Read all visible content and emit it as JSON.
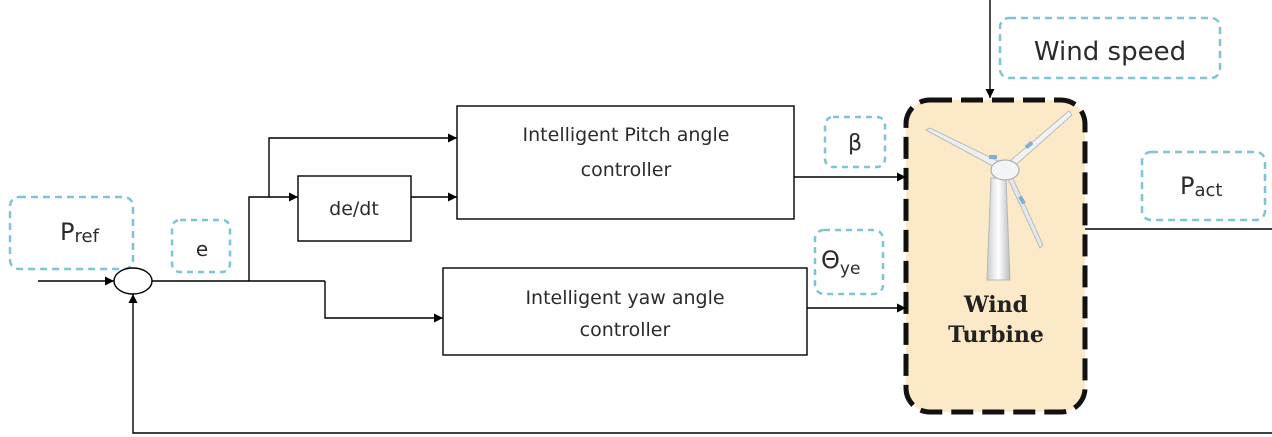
{
  "signals": {
    "p_ref": {
      "main": "P",
      "sub": "ref"
    },
    "error": "e",
    "beta": "β",
    "theta": {
      "main": "Θ",
      "sub": "ye"
    },
    "p_act": {
      "main": "P",
      "sub": "act"
    },
    "wind_speed": "Wind speed"
  },
  "blocks": {
    "pitch_controller": {
      "line1": "Intelligent Pitch angle",
      "line2": "controller"
    },
    "derivative": "de/dt",
    "yaw_controller": {
      "line1": "Intelligent yaw angle",
      "line2": "controller"
    },
    "wind_turbine": {
      "line1": "Wind",
      "line2": "Turbine"
    }
  },
  "colors": {
    "dashed_label_border": "#7fc4d6",
    "turbine_fill": "#fbe9c7",
    "line": "#000000"
  }
}
